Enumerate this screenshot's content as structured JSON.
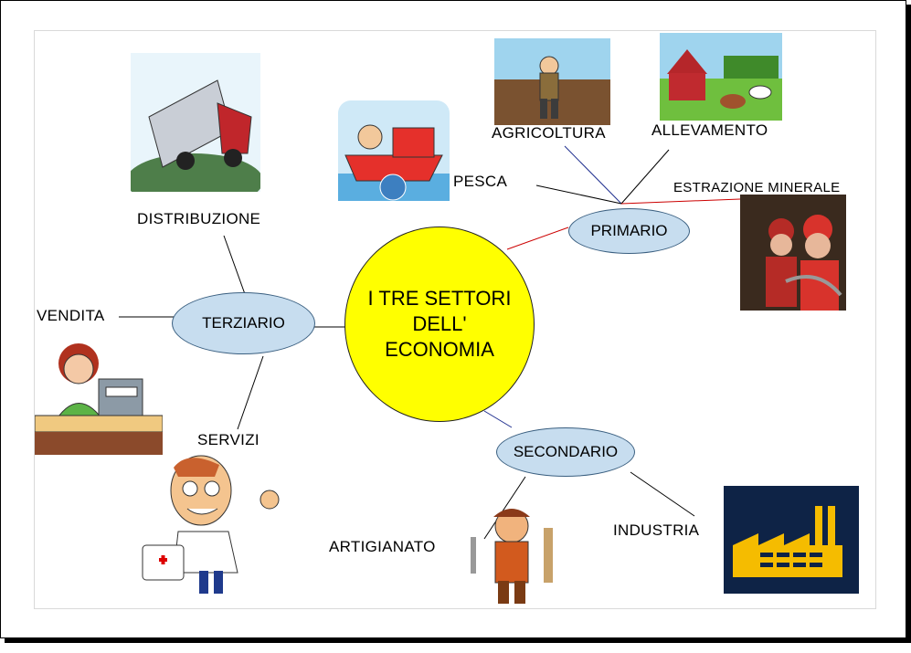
{
  "center": {
    "title": "I TRE SETTORI\nDELL'\nECONOMIA",
    "color": "#ffff00"
  },
  "sectors": {
    "primary": {
      "label": "PRIMARIO",
      "children": [
        "AGRICOLTURA",
        "ALLEVAMENTO",
        "PESCA",
        "ESTRAZIONE MINERALE"
      ]
    },
    "secondary": {
      "label": "SECONDARIO",
      "children": [
        "ARTIGIANATO",
        "INDUSTRIA"
      ]
    },
    "tertiary": {
      "label": "TERZIARIO",
      "children": [
        "DISTRIBUZIONE",
        "VENDITA",
        "SERVIZI"
      ]
    }
  },
  "colors": {
    "node_fill": "#c7ddef",
    "primary_link": "#cc0000",
    "secondary_link": "#1f2f8f",
    "tertiary_link": "#000000"
  }
}
